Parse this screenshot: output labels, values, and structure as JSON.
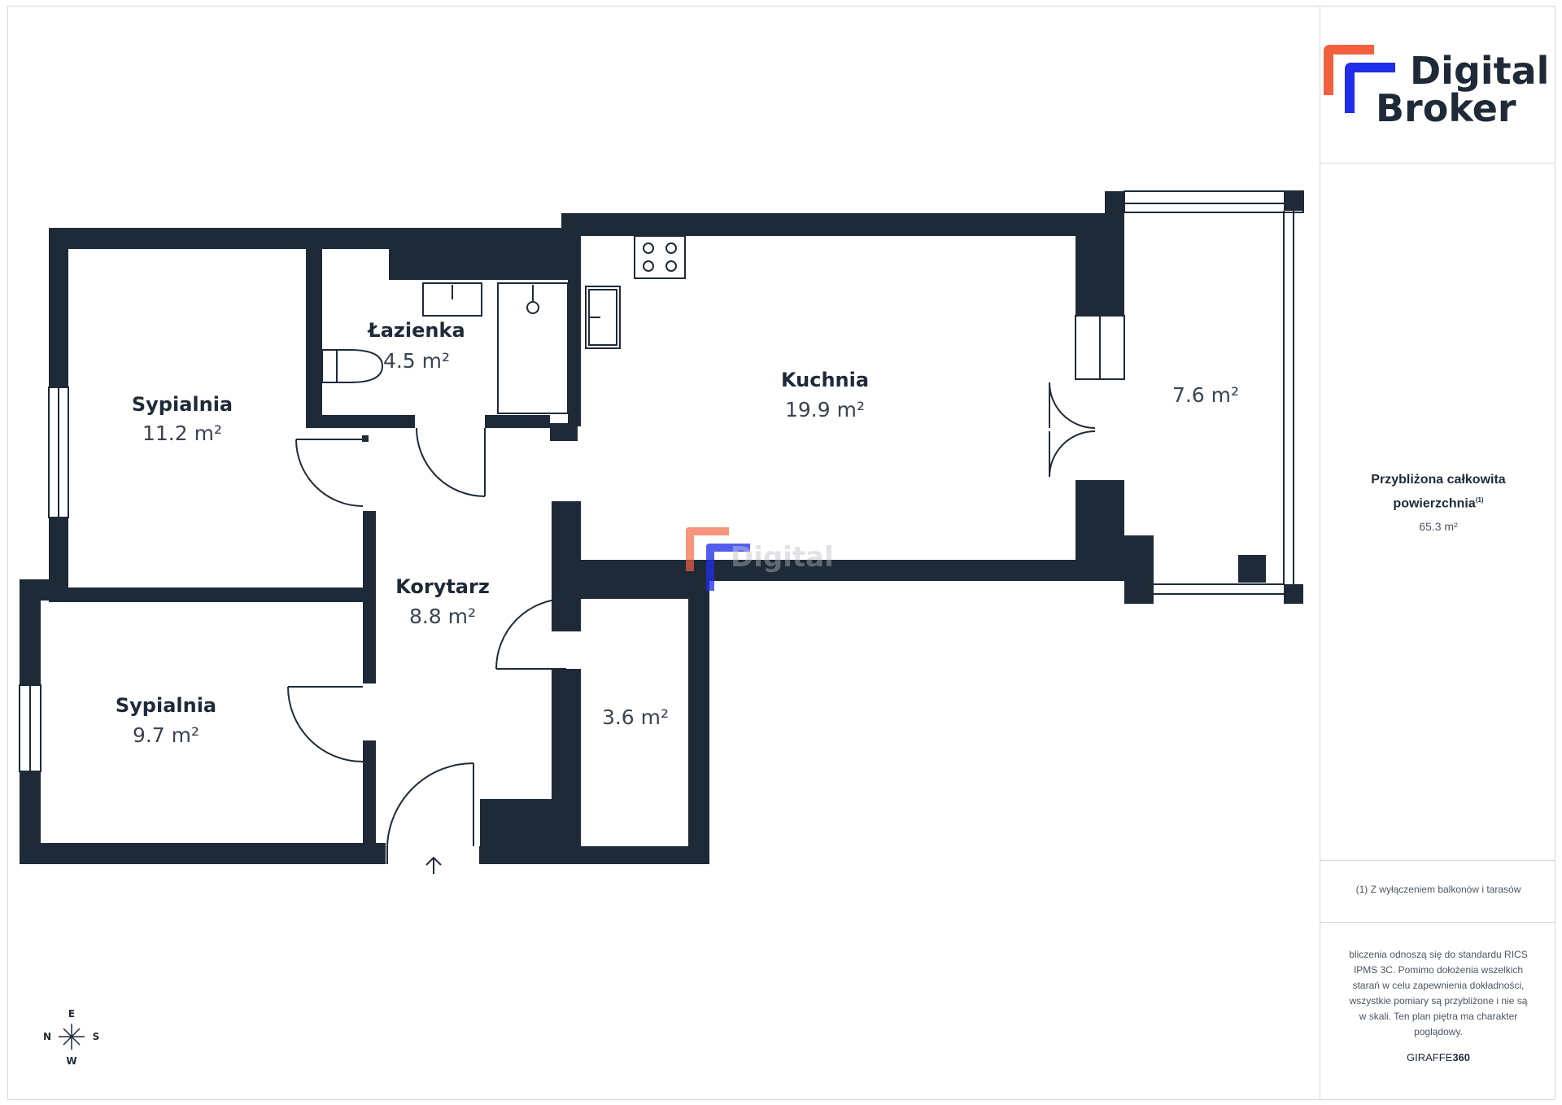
{
  "brand": {
    "logo_line1": "Digital",
    "logo_line2": "Broker",
    "accent_orange": "#f2613f",
    "accent_blue": "#1f2ee8"
  },
  "rooms": [
    {
      "id": "bedroom-1",
      "label": "Sypialnia",
      "area": "11.2 m²"
    },
    {
      "id": "bathroom",
      "label": "Łazienka",
      "area": "4.5 m²"
    },
    {
      "id": "kitchen",
      "label": "Kuchnia",
      "area": "19.9 m²"
    },
    {
      "id": "balcony",
      "label": "",
      "area": "7.6 m²"
    },
    {
      "id": "corridor",
      "label": "Korytarz",
      "area": "8.8 m²"
    },
    {
      "id": "bedroom-2",
      "label": "Sypialnia",
      "area": "9.7 m²"
    },
    {
      "id": "storage",
      "label": "",
      "area": "3.6 m²"
    }
  ],
  "compass": {
    "top": "E",
    "left": "N",
    "right": "S",
    "bottom": "W"
  },
  "sidebar": {
    "summary_title_line1": "Przybliżona całkowita",
    "summary_title_line2": "powierzchnia",
    "summary_sup": "(1)",
    "summary_value": "65.3 m²",
    "footnote": "(1) Z wyłączeniem balkonów i tarasów",
    "disclaimer": "bliczenia odnoszą się do standardu RICS IPMS 3C. Pomimo dołożenia wszelkich starań w celu zapewnienia dokładności, wszystkie pomiary są przybliżone i nie są w skali. Ten plan piętra ma charakter poglądowy.",
    "brand_prefix": "GIRAFFE",
    "brand_suffix": "360"
  },
  "colors": {
    "wall": "#1f2a38",
    "text": "#1f2a38",
    "border": "#d4d8de"
  }
}
